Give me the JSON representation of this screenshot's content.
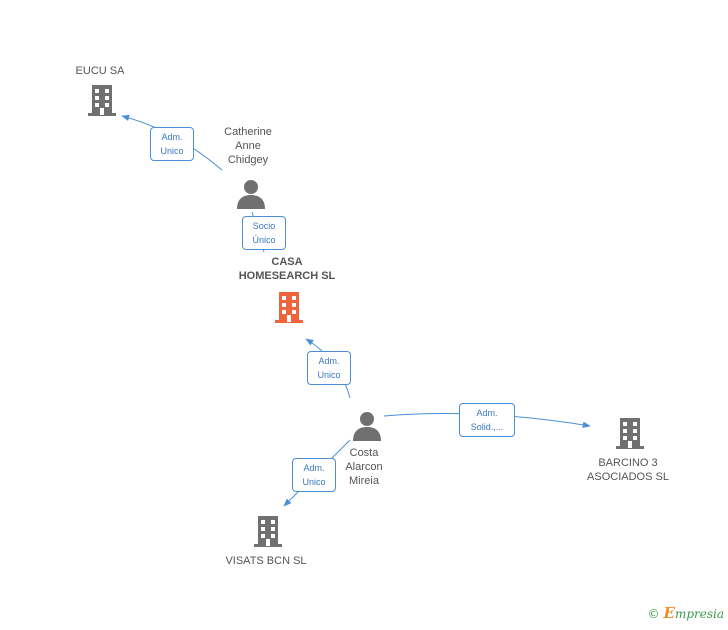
{
  "nodes": {
    "eucu": {
      "label": "EUCU SA",
      "type": "company"
    },
    "catherine": {
      "label": "Catherine\nAnne\nChidgey",
      "type": "person"
    },
    "casa": {
      "label": "CASA\nHOMESEARCH SL",
      "type": "company-main"
    },
    "costa": {
      "label": "Costa\nAlarcon\nMireia",
      "type": "person"
    },
    "barcino": {
      "label": "BARCINO 3\nASOCIADOS  SL",
      "type": "company"
    },
    "visats": {
      "label": "VISATS BCN SL",
      "type": "company"
    }
  },
  "edges": {
    "catherine_eucu": "Adm.\nUnico",
    "catherine_casa": "Socio\nÚnico",
    "costa_casa": "Adm.\nUnico",
    "costa_barcino": "Adm.\nSolid.,...",
    "costa_visats": "Adm.\nUnico"
  },
  "colors": {
    "company": "#707070",
    "company_main": "#f0643c",
    "person": "#707070",
    "edge": "#4a8fd8"
  },
  "icons": {
    "company": "building-icon",
    "person": "person-icon"
  },
  "footer": {
    "copyright": "©",
    "brand_initial": "E",
    "brand_rest": "mpresia"
  }
}
